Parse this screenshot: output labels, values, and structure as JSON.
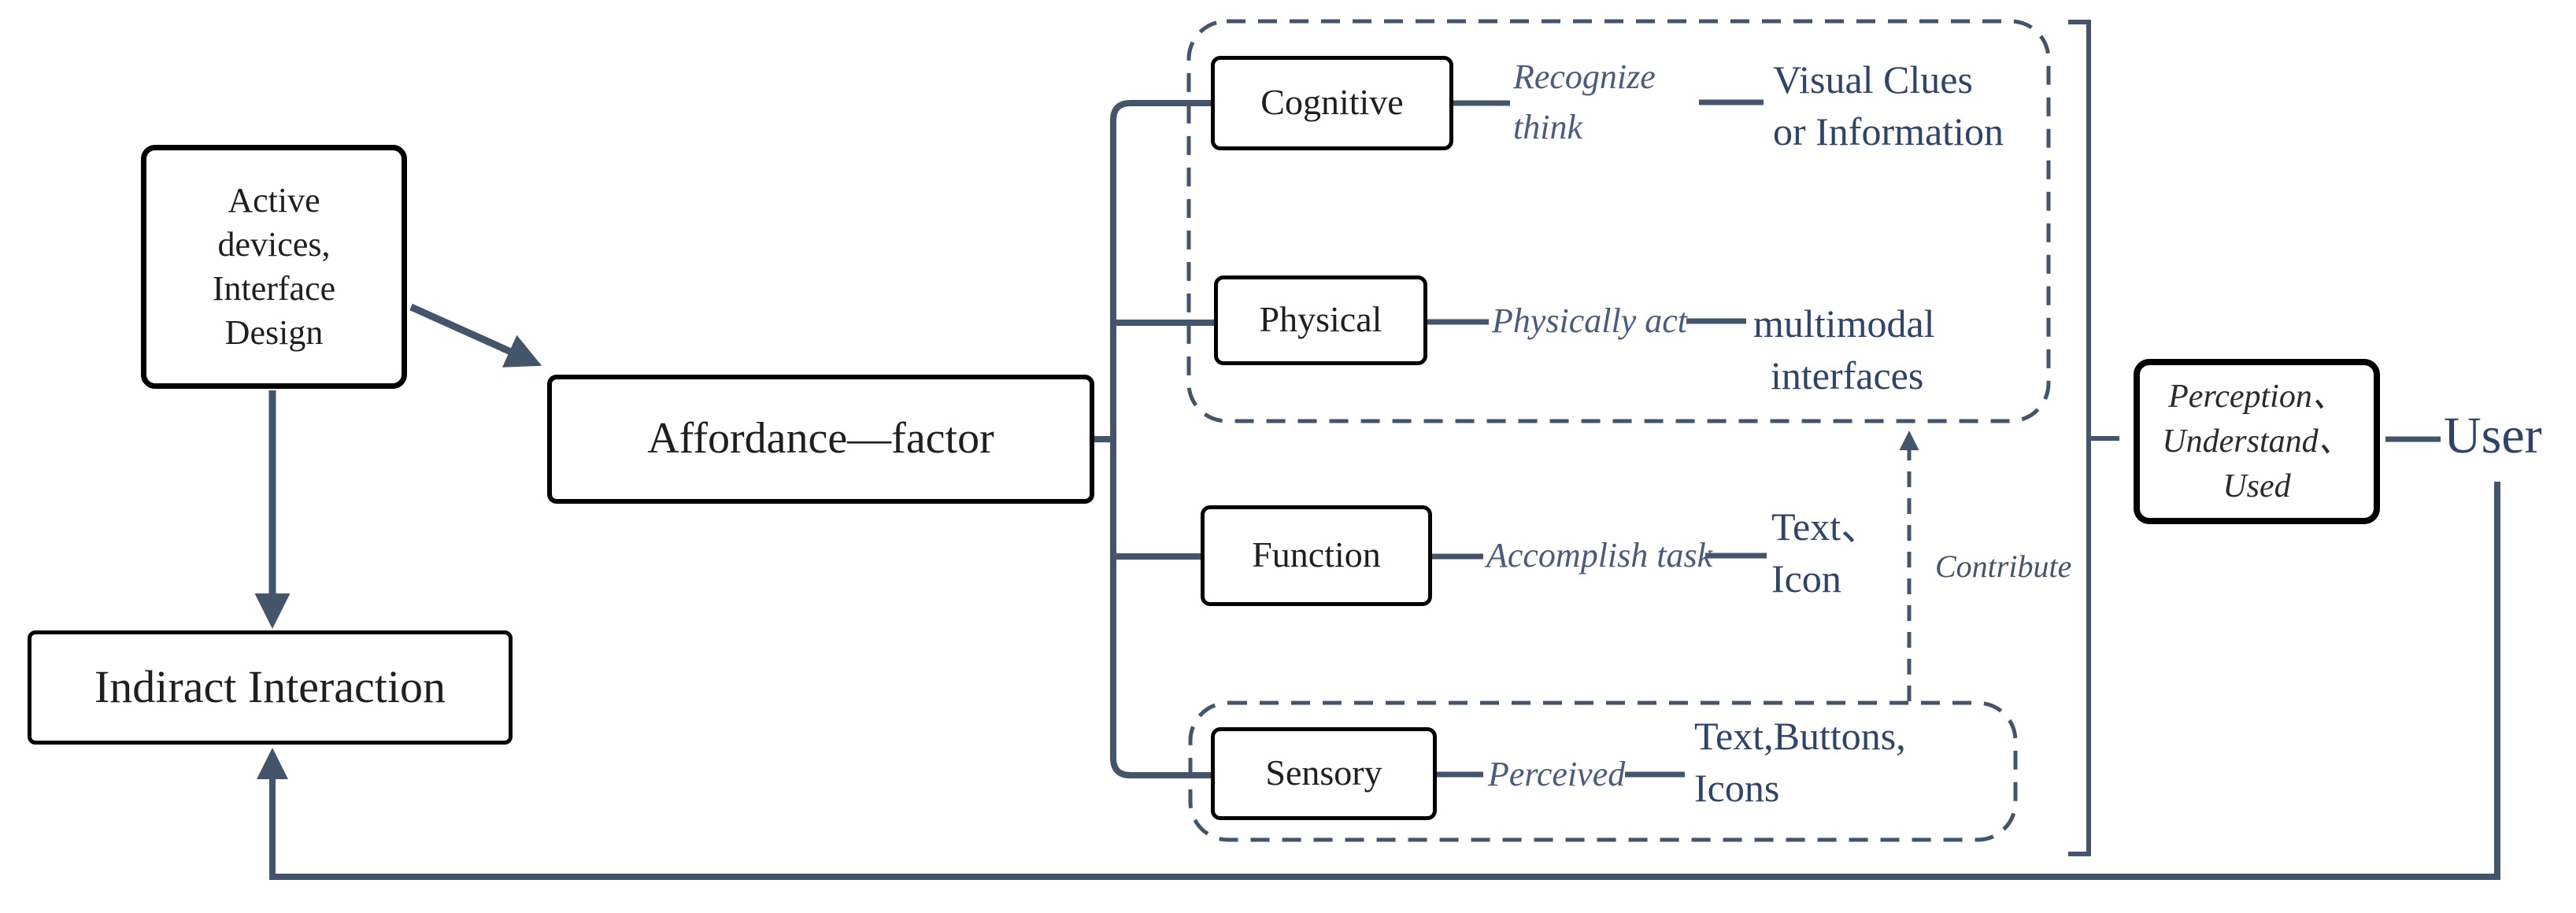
{
  "colors": {
    "connector": "#44546A",
    "result_text": "#2E4468",
    "action_text": "#4A5C7C",
    "box_border": "#000000"
  },
  "left_flow": {
    "active_line1": "Active",
    "active_line2": "devices,",
    "active_line3": "Interface",
    "active_line4": "Design",
    "affordance_label": "Affordance—factor",
    "indirect_label": "Indiract Interaction"
  },
  "factors": [
    {
      "name": "Cognitive",
      "action_line1": "Recognize",
      "action_line2": "think",
      "result_line1": "Visual Clues",
      "result_line2": "or Information"
    },
    {
      "name": "Physical",
      "action_line1": "Physically act",
      "result_line1": "multimodal",
      "result_line2": "interfaces"
    },
    {
      "name": "Function",
      "action_line1": "Accomplish task",
      "result_line1": "Text、",
      "result_line2": "Icon"
    },
    {
      "name": "Sensory",
      "action_line1": "Perceived",
      "result_line1": "Text,Buttons,",
      "result_line2": "Icons"
    }
  ],
  "annotations": {
    "contribute": "Contribute"
  },
  "outcome": {
    "perception_line1": "Perception、",
    "perception_line2": "Understand、",
    "perception_line3": "Used",
    "user_label": "User"
  }
}
